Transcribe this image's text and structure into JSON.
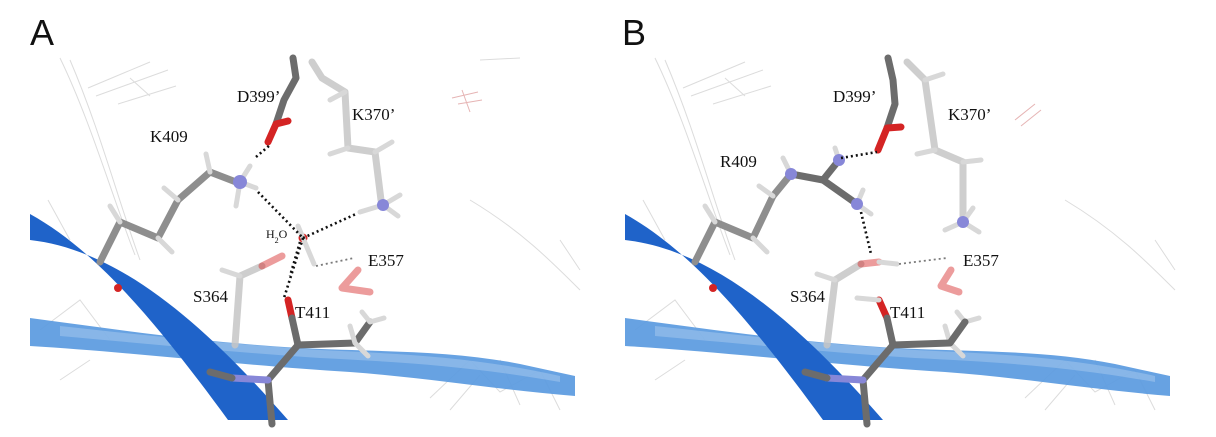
{
  "panels": [
    {
      "letter": "A",
      "labels": {
        "d399": "D399’",
        "k370": "K370’",
        "k409": "K409",
        "water_h": "H",
        "water_2": "2",
        "water_o": "O",
        "e357": "E357",
        "s364": "S364",
        "t411": "T411"
      }
    },
    {
      "letter": "B",
      "labels": {
        "d399": "D399’",
        "k370": "K370’",
        "r409": "R409",
        "e357": "E357",
        "s364": "S364",
        "t411": "T411"
      }
    }
  ],
  "colors": {
    "ribbon_dark": "#1f63c9",
    "ribbon_light": "#5a9ae0",
    "oxygen": "#d42424",
    "nitrogen": "#8787d8",
    "carbon": "#8e8e8e",
    "carbon_dark": "#6c6c6c",
    "carbon_light": "#c6c6c6",
    "hydrogen": "#d8d8d8"
  }
}
